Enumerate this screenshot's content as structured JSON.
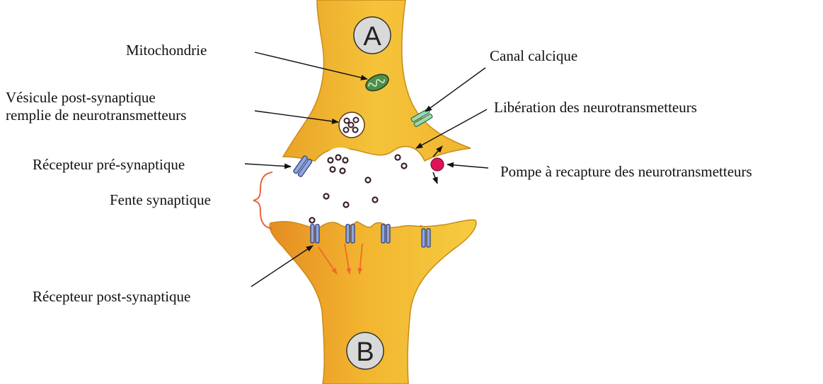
{
  "neurons": {
    "presynaptic_letter": "A",
    "postsynaptic_letter": "B"
  },
  "labels": {
    "mitochondrie": "Mitochondrie",
    "vesicule_line1": "Vésicule post-synaptique",
    "vesicule_line2": "remplie de neurotransmetteurs",
    "recepteur_pre": "Récepteur pré-synaptique",
    "fente": "Fente synaptique",
    "recepteur_post": "Récepteur post-synaptique",
    "canal": "Canal calcique",
    "liberation": "Libération des neurotransmetteurs",
    "pompe": "Pompe à recapture des neurotransmetteurs"
  },
  "colors": {
    "neuron_fill": "#f2b82e",
    "neuron_outline": "#c98a17",
    "receptor": "#8fa6de",
    "channel": "#9ed8b4",
    "mitochondria": "#4f8f4a",
    "pump": "#e0135a",
    "bracket": "#e8643c",
    "signal_arrows": "#f0682d"
  }
}
